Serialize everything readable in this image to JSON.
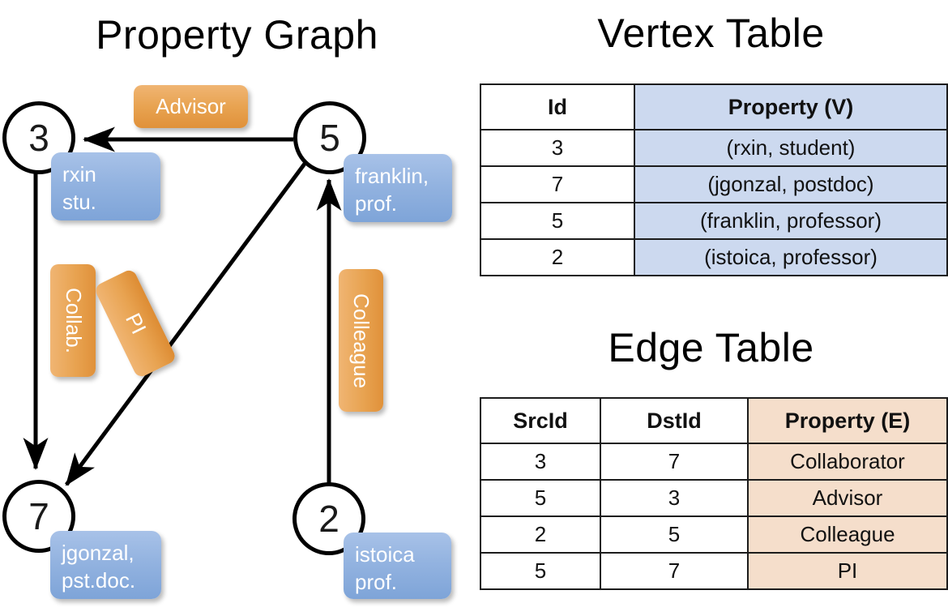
{
  "titles": {
    "graph": "Property Graph",
    "vertex_table": "Vertex Table",
    "edge_table": "Edge Table"
  },
  "graph": {
    "nodes": [
      {
        "id": "3",
        "property": "rxin\nstu."
      },
      {
        "id": "5",
        "property": "franklin,\nprof."
      },
      {
        "id": "7",
        "property": "jgonzal,\npst.doc."
      },
      {
        "id": "2",
        "property": "istoica\nprof."
      }
    ],
    "node_labels": {
      "n3": "3",
      "n5": "5",
      "n7": "7",
      "n2": "2"
    },
    "property_labels": {
      "rxin_line1": "rxin",
      "rxin_line2": "stu.",
      "franklin_line1": "franklin,",
      "franklin_line2": "prof.",
      "jgonzal_line1": "jgonzal,",
      "jgonzal_line2": "pst.doc.",
      "istoica_line1": "istoica",
      "istoica_line2": "prof."
    },
    "edge_labels": {
      "advisor": "Advisor",
      "collab": "Collab.",
      "pi": "PI",
      "colleague": "Colleague"
    },
    "edges": [
      {
        "from": "5",
        "to": "3",
        "label": "Advisor"
      },
      {
        "from": "3",
        "to": "7",
        "label": "Collab."
      },
      {
        "from": "5",
        "to": "7",
        "label": "PI"
      },
      {
        "from": "2",
        "to": "5",
        "label": "Colleague"
      }
    ]
  },
  "vertex_table": {
    "headers": [
      "Id",
      "Property (V)"
    ],
    "rows": [
      {
        "id": "3",
        "property": "(rxin, student)"
      },
      {
        "id": "7",
        "property": "(jgonzal, postdoc)"
      },
      {
        "id": "5",
        "property": "(franklin, professor)"
      },
      {
        "id": "2",
        "property": "(istoica, professor)"
      }
    ]
  },
  "edge_table": {
    "headers": [
      "SrcId",
      "DstId",
      "Property (E)"
    ],
    "rows": [
      {
        "src": "3",
        "dst": "7",
        "property": "Collaborator"
      },
      {
        "src": "5",
        "dst": "3",
        "property": "Advisor"
      },
      {
        "src": "2",
        "dst": "5",
        "property": "Colleague"
      },
      {
        "src": "5",
        "dst": "7",
        "property": "PI"
      }
    ]
  },
  "colors": {
    "vertex_tint": "#ccd9ef",
    "edge_tint": "#f5decb",
    "node_box": "#7ea4d8",
    "edge_chip": "#e8a351",
    "stroke": "#000000"
  }
}
